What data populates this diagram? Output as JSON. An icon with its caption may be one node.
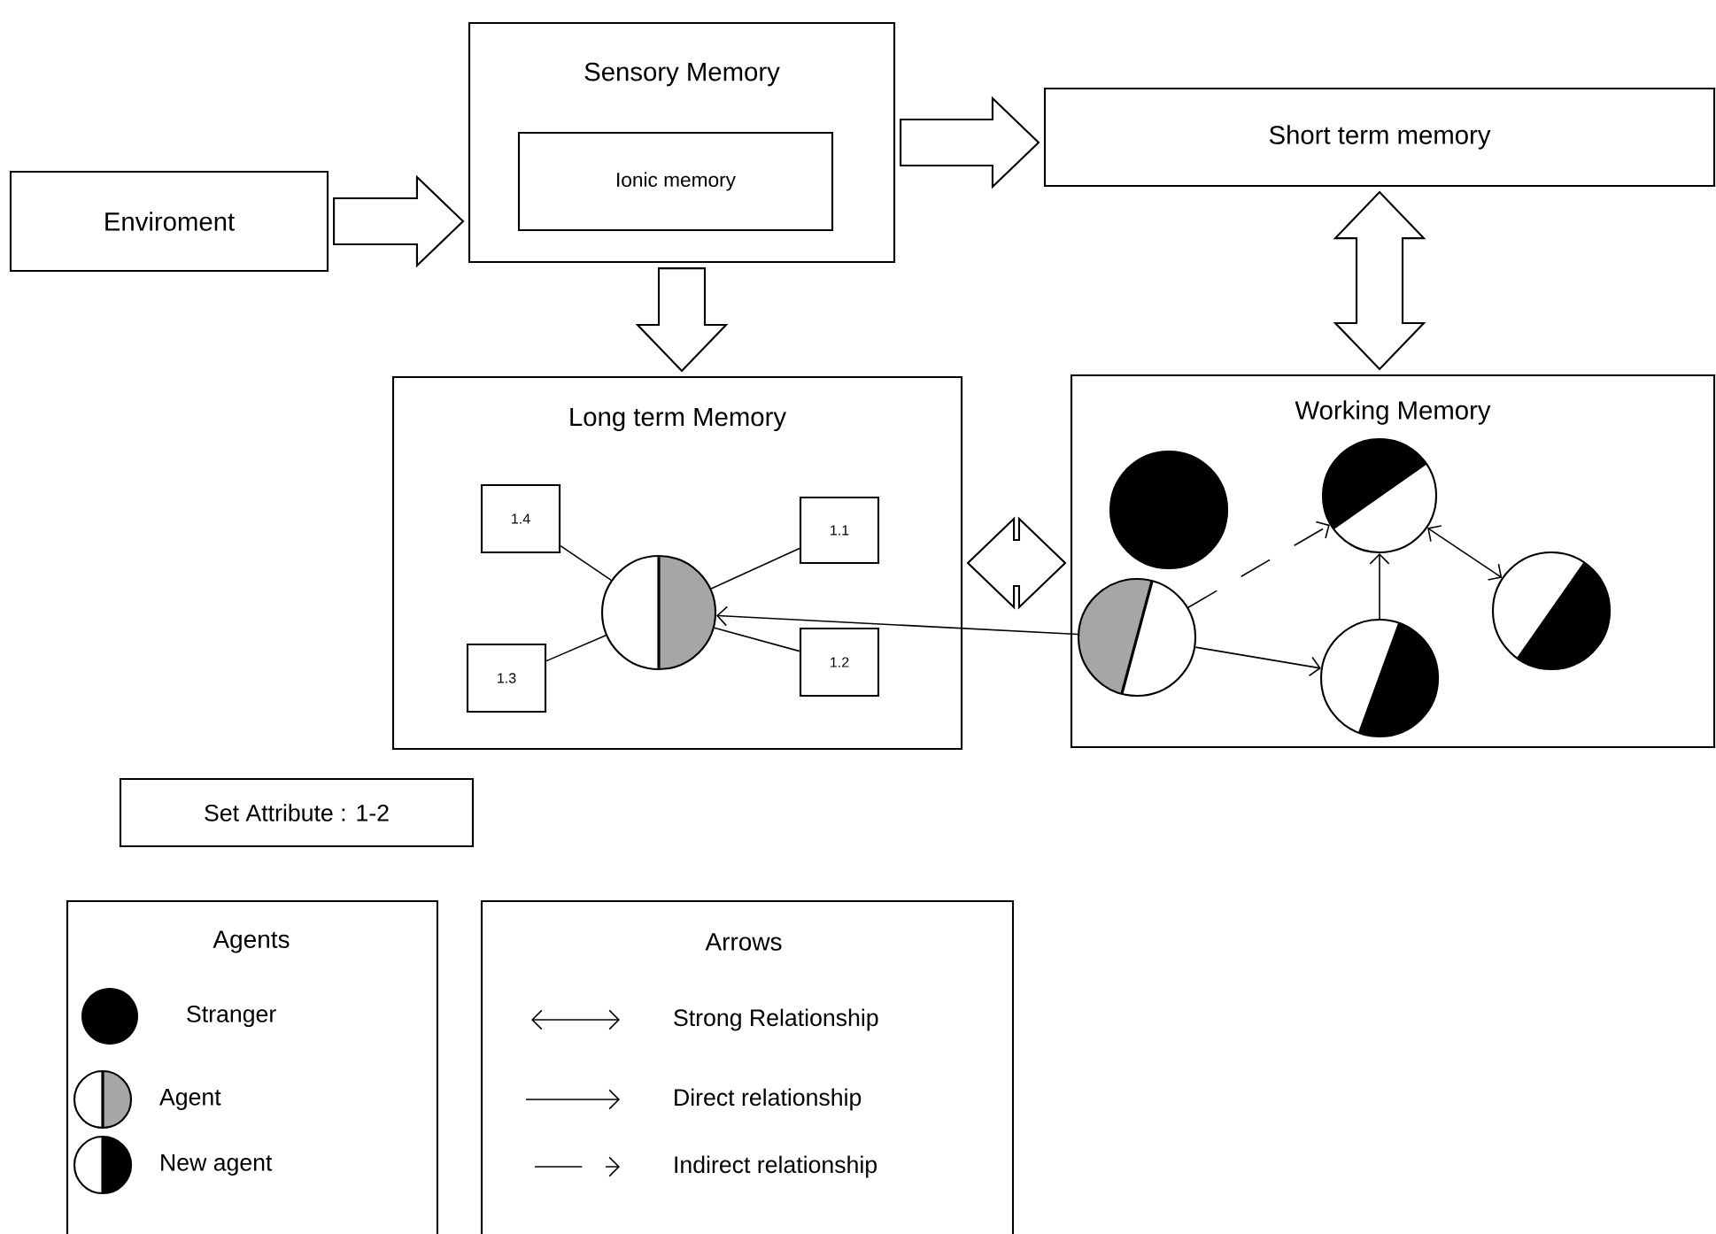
{
  "diagram": {
    "nodes": [
      {
        "text": [
          "Enviroment"
        ]
      },
      {
        "text": [
          "Sensory Memory"
        ]
      },
      {
        "text": [
          "Ionic memory"
        ],
        "in": 1
      },
      {
        "text": [
          "Short term memory"
        ]
      },
      {
        "text": [
          "Long term Memory"
        ]
      },
      {
        "text": [
          "Working Memory"
        ]
      },
      {
        "text": [
          "1.4"
        ],
        "in": 4
      },
      {
        "text": [
          "1.1"
        ],
        "in": 4
      },
      {
        "text": [
          "1.3"
        ],
        "in": 4
      },
      {
        "text": [
          "1.2"
        ],
        "in": 4
      },
      {
        "text": [],
        "shape": "circle",
        "in": 4
      },
      {
        "text": [],
        "shape": "circle",
        "in": 5
      },
      {
        "text": [],
        "shape": "circle",
        "in": 5
      },
      {
        "text": [],
        "shape": "circle",
        "in": 5
      },
      {
        "text": [],
        "shape": "circle",
        "in": 5
      },
      {
        "text": [],
        "shape": "circle",
        "in": 5
      },
      {
        "text": [
          "Set Attribute : 1-2"
        ]
      }
    ],
    "edges": [
      {
        "from": 0,
        "to": 1,
        "arrow": "to",
        "style": "thick"
      },
      {
        "from": 1,
        "to": 3,
        "arrow": "to",
        "style": "thick"
      },
      {
        "from": 1,
        "to": 4,
        "arrow": "to",
        "style": "thick"
      },
      {
        "from": 3,
        "to": 5,
        "arrow": "both",
        "style": "thick"
      },
      {
        "from": 4,
        "to": 5,
        "arrow": "both",
        "style": "thick"
      },
      {
        "from": 6,
        "to": 10,
        "arrow": "none"
      },
      {
        "from": 7,
        "to": 10,
        "arrow": "none"
      },
      {
        "from": 8,
        "to": 10,
        "arrow": "none"
      },
      {
        "from": 9,
        "to": 10,
        "arrow": "none"
      },
      {
        "from": 12,
        "to": 10,
        "arrow": "to"
      },
      {
        "from": 12,
        "to": 13,
        "arrow": "to",
        "style": "dashed"
      },
      {
        "from": 12,
        "to": 14,
        "arrow": "to"
      },
      {
        "from": 14,
        "to": 13,
        "arrow": "to"
      },
      {
        "from": 13,
        "to": 15,
        "arrow": "both"
      }
    ],
    "labels": [
      "Agents",
      "Arrows"
    ],
    "legend": [
      {
        "text": "Stranger"
      },
      {
        "text": "Agent"
      },
      {
        "text": "New agent"
      },
      {
        "text": "Strong Relationship"
      },
      {
        "text": "Direct relationship"
      },
      {
        "text": "Indirect relationship"
      }
    ]
  }
}
